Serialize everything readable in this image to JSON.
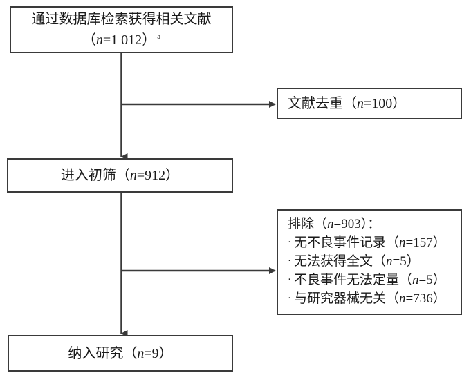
{
  "diagram": {
    "type": "flowchart",
    "title_visible": false,
    "orientation": "top-to-bottom with right-side exclusion branches",
    "stroke_color": "#3a3a3a",
    "background_color": "#ffffff",
    "nodes": {
      "search": {
        "line1": "通过数据库检索获得相关文献",
        "line2_prefix": "（",
        "line2_var": "n",
        "line2_value": "=1 012",
        "line2_suffix": "）",
        "footnote_marker": "a"
      },
      "dedup": {
        "label": "文献去重",
        "prefix": "（",
        "var": "n",
        "value": "=100",
        "suffix": "）"
      },
      "screen": {
        "label": "进入初筛",
        "prefix": "（",
        "var": "n",
        "value": "=912",
        "suffix": "）"
      },
      "exclude": {
        "header_label": "排除",
        "header_prefix": "（",
        "header_var": "n",
        "header_value": "=903",
        "header_suffix": "）：",
        "bullet_glyph": "·",
        "items": [
          {
            "label": "无不良事件记录",
            "prefix": "（",
            "var": "n",
            "value": "=157",
            "suffix": "）"
          },
          {
            "label": "无法获得全文",
            "prefix": "（",
            "var": "n",
            "value": "=5",
            "suffix": "）"
          },
          {
            "label": "不良事件无法定量",
            "prefix": "（",
            "var": "n",
            "value": "=5",
            "suffix": "）"
          },
          {
            "label": "与研究器械无关",
            "prefix": "（",
            "var": "n",
            "value": "=736",
            "suffix": "）"
          }
        ]
      },
      "include": {
        "label": "纳入研究",
        "prefix": "（",
        "var": "n",
        "value": "=9",
        "suffix": "）"
      }
    },
    "edges": [
      {
        "from": "search",
        "to": "screen",
        "kind": "vertical-arrow"
      },
      {
        "from": "search-trunk",
        "to": "dedup",
        "kind": "elbow-arrow-right"
      },
      {
        "from": "screen-trunk",
        "to": "exclude",
        "kind": "elbow-arrow-right"
      },
      {
        "from": "screen",
        "to": "include",
        "kind": "vertical-arrow"
      }
    ]
  }
}
